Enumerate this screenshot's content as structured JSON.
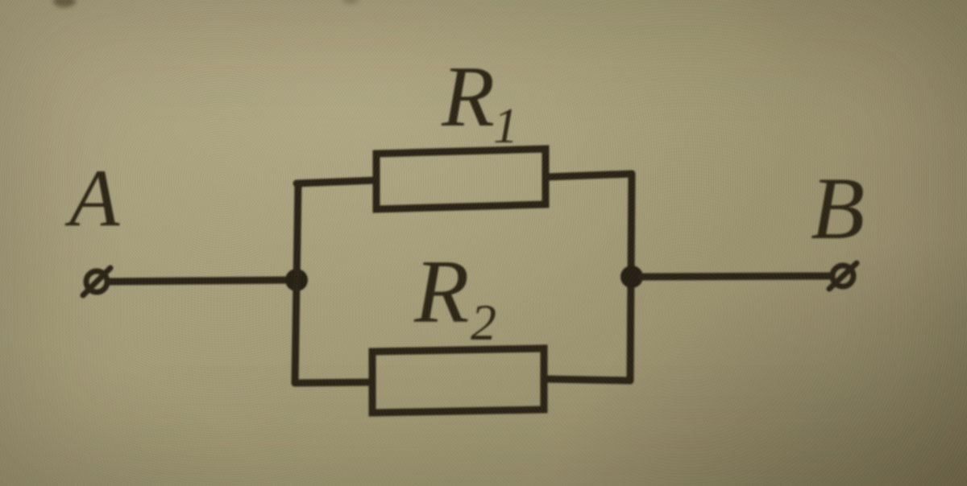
{
  "diagram": {
    "kind": "electrical-circuit-diagram",
    "connection": "parallel",
    "description": "Photographed textbook figure: two resistors R1 and R2 connected in parallel between terminals A and B",
    "terminals": {
      "left": "A",
      "right": "B"
    },
    "components": [
      {
        "id": "R1",
        "symbol": "R",
        "subscript": "1",
        "type": "resistor",
        "branch": "top"
      },
      {
        "id": "R2",
        "symbol": "R",
        "subscript": "2",
        "type": "resistor",
        "branch": "bottom"
      }
    ],
    "nodes": [
      {
        "id": "node-left",
        "joins": [
          "terminal-A",
          "R1",
          "R2"
        ]
      },
      {
        "id": "node-right",
        "joins": [
          "terminal-B",
          "R1",
          "R2"
        ]
      }
    ],
    "colors": {
      "ink": "#2b2417",
      "paper": "#a19974",
      "paper_light": "#aca37f",
      "paper_shadow": "#857a5b"
    }
  }
}
